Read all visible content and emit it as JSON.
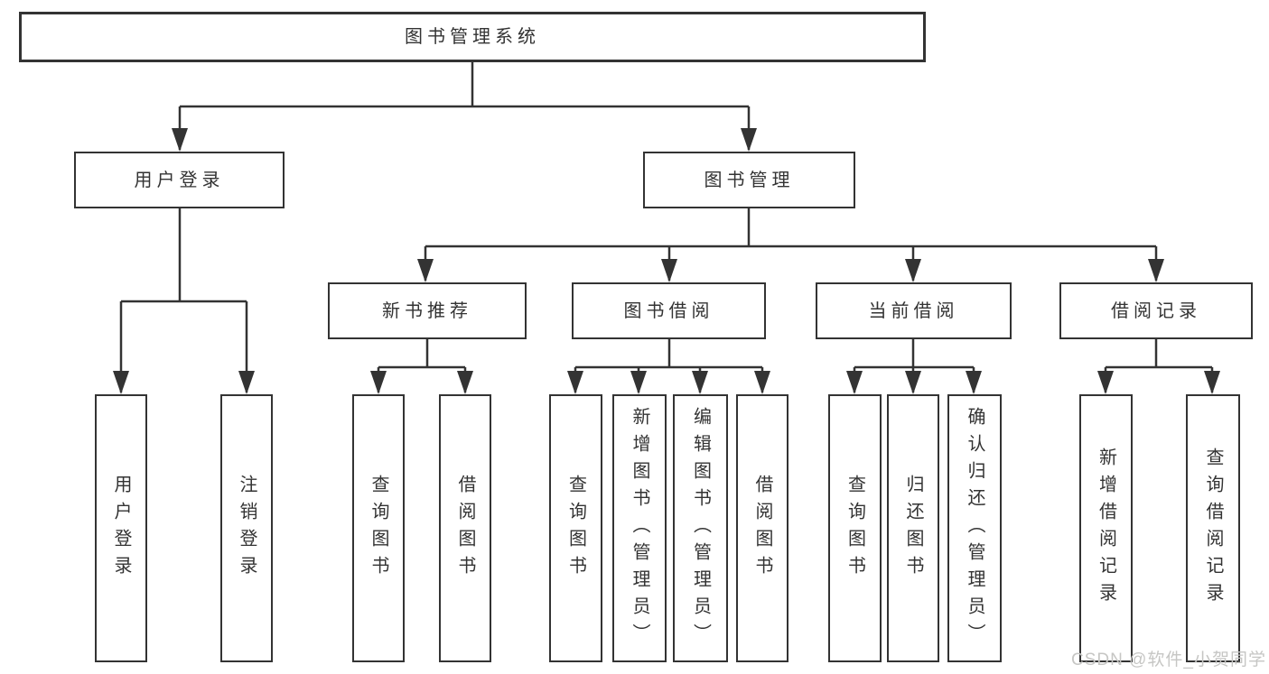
{
  "diagram": {
    "type": "tree",
    "root": {
      "label": "图书管理系统",
      "children": [
        {
          "label": "用户登录",
          "children": [
            {
              "label": "用户登录"
            },
            {
              "label": "注销登录"
            }
          ]
        },
        {
          "label": "图书管理",
          "children": [
            {
              "label": "新书推荐",
              "children": [
                {
                  "label": "查询图书"
                },
                {
                  "label": "借阅图书"
                }
              ]
            },
            {
              "label": "图书借阅",
              "children": [
                {
                  "label": "查询图书"
                },
                {
                  "label": "新增图书（管理员）"
                },
                {
                  "label": "编辑图书（管理员）"
                },
                {
                  "label": "借阅图书"
                }
              ]
            },
            {
              "label": "当前借阅",
              "children": [
                {
                  "label": "查询图书"
                },
                {
                  "label": "归还图书"
                },
                {
                  "label": "确认归还（管理员）"
                }
              ]
            },
            {
              "label": "借阅记录",
              "children": [
                {
                  "label": "新增借阅记录"
                },
                {
                  "label": "查询借阅记录"
                }
              ]
            }
          ]
        }
      ]
    }
  },
  "watermark": {
    "text": "CSDN @软件_小贺同学"
  },
  "colors": {
    "line": "#333333",
    "box_border": "#333333",
    "box_fill": "#ffffff",
    "text": "#333333",
    "watermark_text": "#c6c6c4",
    "background": "#ffffff"
  }
}
